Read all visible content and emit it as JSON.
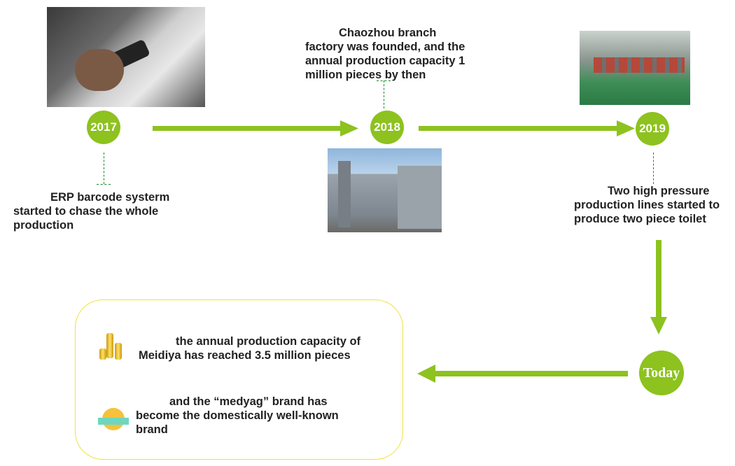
{
  "accent_color": "#8dc21f",
  "milestones": [
    {
      "year": "2017",
      "text_line1": "ERP barcode systerm",
      "text_rest": "started to chase the whole production",
      "photo": "barcode-scanner-photo"
    },
    {
      "year": "2018",
      "text_line1": "Chaozhou branch",
      "text_rest": "factory was founded, and the annual production capacity 1 million pieces by then",
      "photo": "factory-building-photo"
    },
    {
      "year": "2019",
      "text_line1": "Two high pressure",
      "text_rest": "production lines started to produce two piece toilet",
      "photo": "production-line-photo"
    }
  ],
  "today": {
    "label": "Today",
    "items": [
      {
        "icon": "gold-coins-icon",
        "line1": "the annual production capacity of",
        "rest": "Meidiya has reached 3.5 million pieces"
      },
      {
        "icon": "brand-badge-icon",
        "line1": "and the “medyag” brand has",
        "rest": "become the domestically well-known brand"
      }
    ]
  }
}
